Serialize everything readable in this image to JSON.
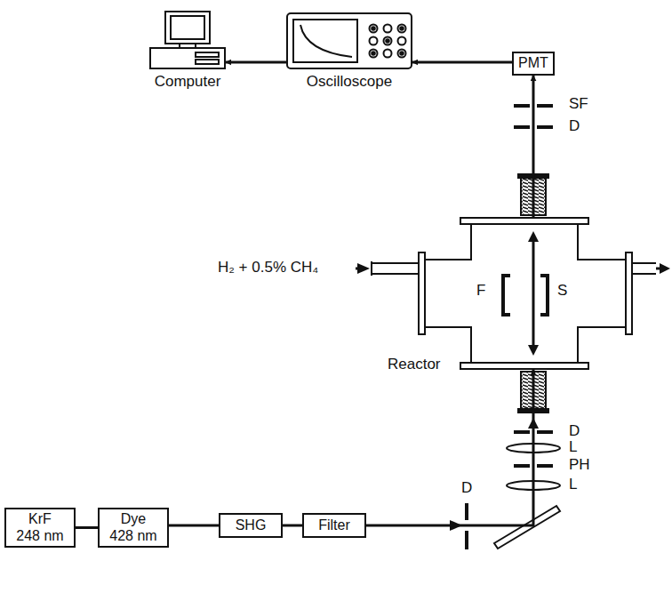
{
  "diagram": {
    "nodes": [
      {
        "text": [
          "Computer"
        ]
      },
      {
        "text": [
          "Oscilloscope"
        ]
      },
      {
        "text": [
          "PMT"
        ]
      },
      {
        "text": [
          "Reactor"
        ]
      },
      {
        "text": [
          "KrF 248 nm"
        ]
      },
      {
        "text": [
          "Dye 428 nm"
        ]
      },
      {
        "text": [
          "SHG"
        ]
      },
      {
        "text": [
          "Filter"
        ]
      }
    ],
    "edges": [
      {
        "from": 1,
        "to": 0,
        "arrow": "to"
      },
      {
        "from": 2,
        "to": 1,
        "arrow": "to"
      },
      {
        "from": 3,
        "to": 2,
        "arrow": "to"
      },
      {
        "from": 4,
        "to": 5,
        "arrow": "none"
      },
      {
        "from": 5,
        "to": 6,
        "arrow": "none"
      },
      {
        "from": 6,
        "to": 7,
        "arrow": "none"
      },
      {
        "from": 7,
        "to": 3,
        "arrow": "to"
      }
    ],
    "labels": [
      "SF",
      "D",
      "F",
      "S",
      "H₂ + 0.5% CH₄",
      "D",
      "L",
      "PH",
      "L",
      "D"
    ]
  }
}
